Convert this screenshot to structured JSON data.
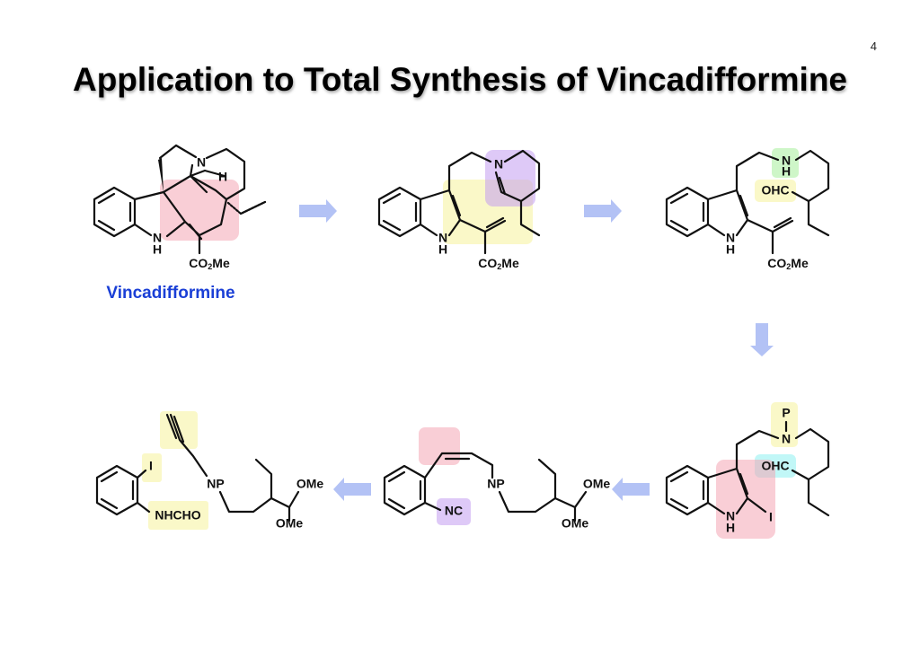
{
  "slide": {
    "page_number": "4",
    "title": "Application to Total Synthesis of Vincadifformine"
  },
  "compounds": {
    "vincadifformine": {
      "caption": "Vincadifformine",
      "N": "N",
      "H": "H",
      "NH_N": "N",
      "NH_H": "H",
      "ester": "CO",
      "ester_sub": "2",
      "ester_me": "Me"
    },
    "intermediate_1": {
      "N": "N",
      "NH_N": "N",
      "NH_H": "H",
      "ester": "CO",
      "ester_sub": "2",
      "ester_me": "Me"
    },
    "intermediate_2": {
      "NH_N": "N",
      "NH_H": "H",
      "amine_N": "N",
      "amine_H": "H",
      "aldehyde": "OHC",
      "ester": "CO",
      "ester_sub": "2",
      "ester_me": "Me"
    },
    "intermediate_3": {
      "protecting_group": "P",
      "N": "N",
      "aldehyde": "OHC",
      "NH_N": "N",
      "NH_H": "H",
      "iodo": "I"
    },
    "intermediate_4": {
      "isonitrile": "NC",
      "amine": "NP",
      "ome_1": "OMe",
      "ome_2": "OMe"
    },
    "starting_material": {
      "iodo": "I",
      "formamide": "NHCHO",
      "amine": "NP",
      "ome_1": "OMe",
      "ome_2": "OMe"
    }
  },
  "colors": {
    "pink": "#f4a6b4",
    "yellow": "#f6f39a",
    "purple": "#c39cf0",
    "green": "#a6ee9a",
    "cyan": "#8ef0f0",
    "arrow": "#b3c2f5",
    "caption": "#1a3fd6"
  }
}
